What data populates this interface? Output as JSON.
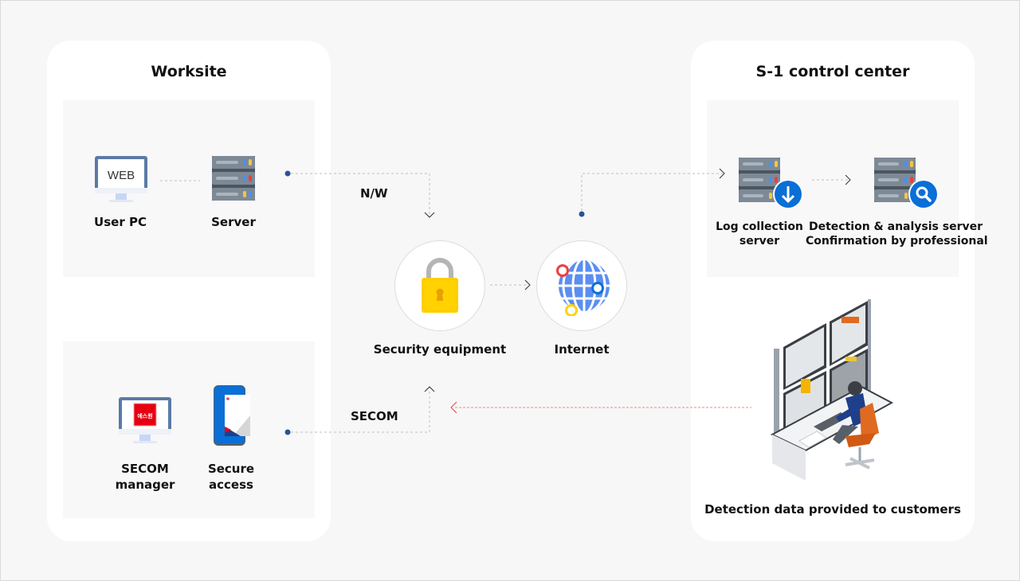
{
  "worksite": {
    "title": "Worksite",
    "top_group": {
      "user_pc": {
        "label": "User PC",
        "screen_text": "WEB",
        "icon": "monitor-icon"
      },
      "server": {
        "label": "Server",
        "icon": "server-icon"
      }
    },
    "bottom_group": {
      "secom_manager": {
        "label_line1": "SECOM",
        "label_line2": "manager",
        "screen_badge": "에스원",
        "icon": "monitor-icon"
      },
      "secure_access": {
        "label_line1": "Secure",
        "label_line2": "access",
        "icon": "smartphone-icon"
      }
    }
  },
  "middle": {
    "nw_label": "N/W",
    "secom_label": "SECOM",
    "security_equipment": {
      "label": "Security equipment",
      "icon": "padlock-icon"
    },
    "internet": {
      "label": "Internet",
      "icon": "globe-icon"
    }
  },
  "control_center": {
    "title": "S-1 control center",
    "log_server": {
      "label_line1": "Log collection",
      "label_line2": "server",
      "icon": "server-download-icon"
    },
    "analysis_server": {
      "label_line1": "Detection & analysis server",
      "label_line2": "Confirmation by professional",
      "icon": "server-search-icon"
    },
    "operator": {
      "label": "Detection data provided to customers",
      "icon": "monitoring-operator-illustration"
    }
  },
  "colors": {
    "background": "#f7f7f7",
    "panel": "#ffffff",
    "inner_box": "#f8f8f9",
    "connector_dot": "#2a5298",
    "connector_line": "#bfbfbf",
    "feedback_line": "#f08a84",
    "lock_yellow": "#ffd200",
    "globe_blue": "#5b8ef0",
    "badge_blue": "#0a6fd6",
    "brand_red": "#e60012"
  }
}
